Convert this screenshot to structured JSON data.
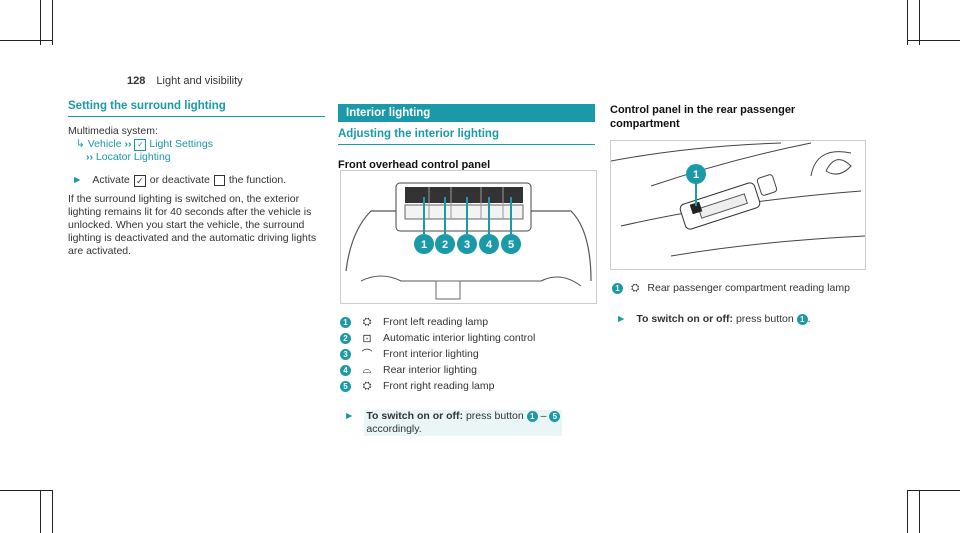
{
  "page_header": {
    "page_number": "128",
    "title": "Light and visibility"
  },
  "left": {
    "heading": "Setting the surround lighting",
    "multimedia": "Multimedia system:",
    "path1": "Vehicle",
    "path2": "Light Settings",
    "path3": "Locator Lighting",
    "step_a": "Activate",
    "step_b": "or deactivate",
    "step_c": "the function.",
    "body": "If the surround lighting is switched on, the exterior lighting remains lit for 40 seconds after the vehicle is unlocked. When you start the vehicle, the surround lighting is deactivated and the automatic driving lights are activated."
  },
  "middle": {
    "bar": "Interior lighting",
    "heading": "Adjusting the interior lighting",
    "subheading": "Front overhead control panel",
    "legend": [
      {
        "num": "1",
        "icon": "reading-lamp-icon",
        "glyph": "⛭",
        "text": "Front left reading lamp"
      },
      {
        "num": "2",
        "icon": "auto-lighting-icon",
        "glyph": "⊡",
        "text": "Automatic interior lighting control"
      },
      {
        "num": "3",
        "icon": "front-interior-icon",
        "glyph": "⌒",
        "text": "Front interior lighting"
      },
      {
        "num": "4",
        "icon": "rear-interior-icon",
        "glyph": "⌓",
        "text": "Rear interior lighting"
      },
      {
        "num": "5",
        "icon": "reading-lamp-icon",
        "glyph": "⛭",
        "text": "Front right reading lamp"
      }
    ],
    "step_label": "To switch on or off:",
    "step_text": "press button",
    "step_from": "1",
    "step_dash": "–",
    "step_to": "5",
    "step_tail": "accordingly."
  },
  "right": {
    "heading": "Control panel in the rear passenger compartment",
    "legend": {
      "num": "1",
      "glyph": "⛭",
      "text": "Rear passenger compartment reading lamp"
    },
    "step_label": "To switch on or off:",
    "step_text": "press button",
    "step_num": "1",
    "step_end": "."
  },
  "colors": {
    "accent": "#1a9aa8"
  }
}
